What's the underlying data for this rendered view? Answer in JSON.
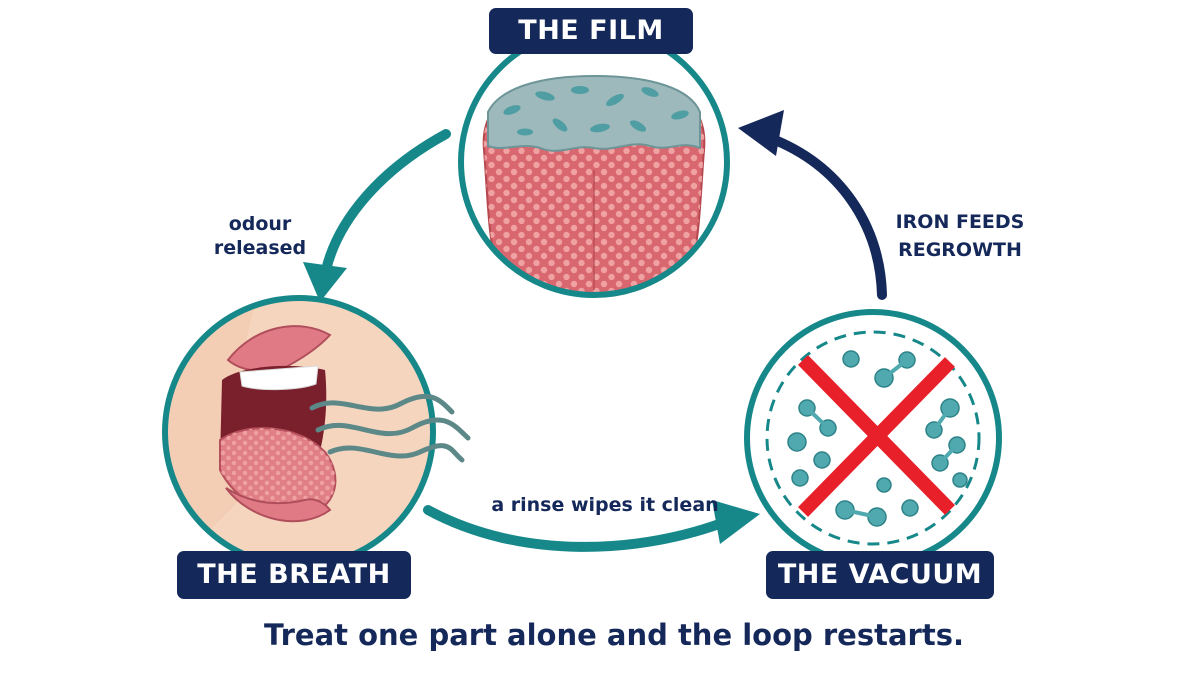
{
  "nodes": {
    "film": {
      "label": "THE FILM"
    },
    "breath": {
      "label": "THE BREATH"
    },
    "vacuum": {
      "label": "THE VACUUM"
    }
  },
  "edges": {
    "film_to_breath": {
      "label_line1": "odour",
      "label_line2": "released"
    },
    "breath_to_vacuum": {
      "label": "a rinse wipes it clean"
    },
    "vacuum_to_film": {
      "label_line1": "IRON FEEDS",
      "label_line2": "REGROWTH"
    }
  },
  "caption": "Treat one part alone and the loop restarts.",
  "colors": {
    "navy": "#15285a",
    "teal": "#17888a",
    "cross_red": "#e8202a",
    "tongue_pink": "#d9676f",
    "film_grey": "#8fb1b4",
    "skin": "#f6d5bf"
  }
}
